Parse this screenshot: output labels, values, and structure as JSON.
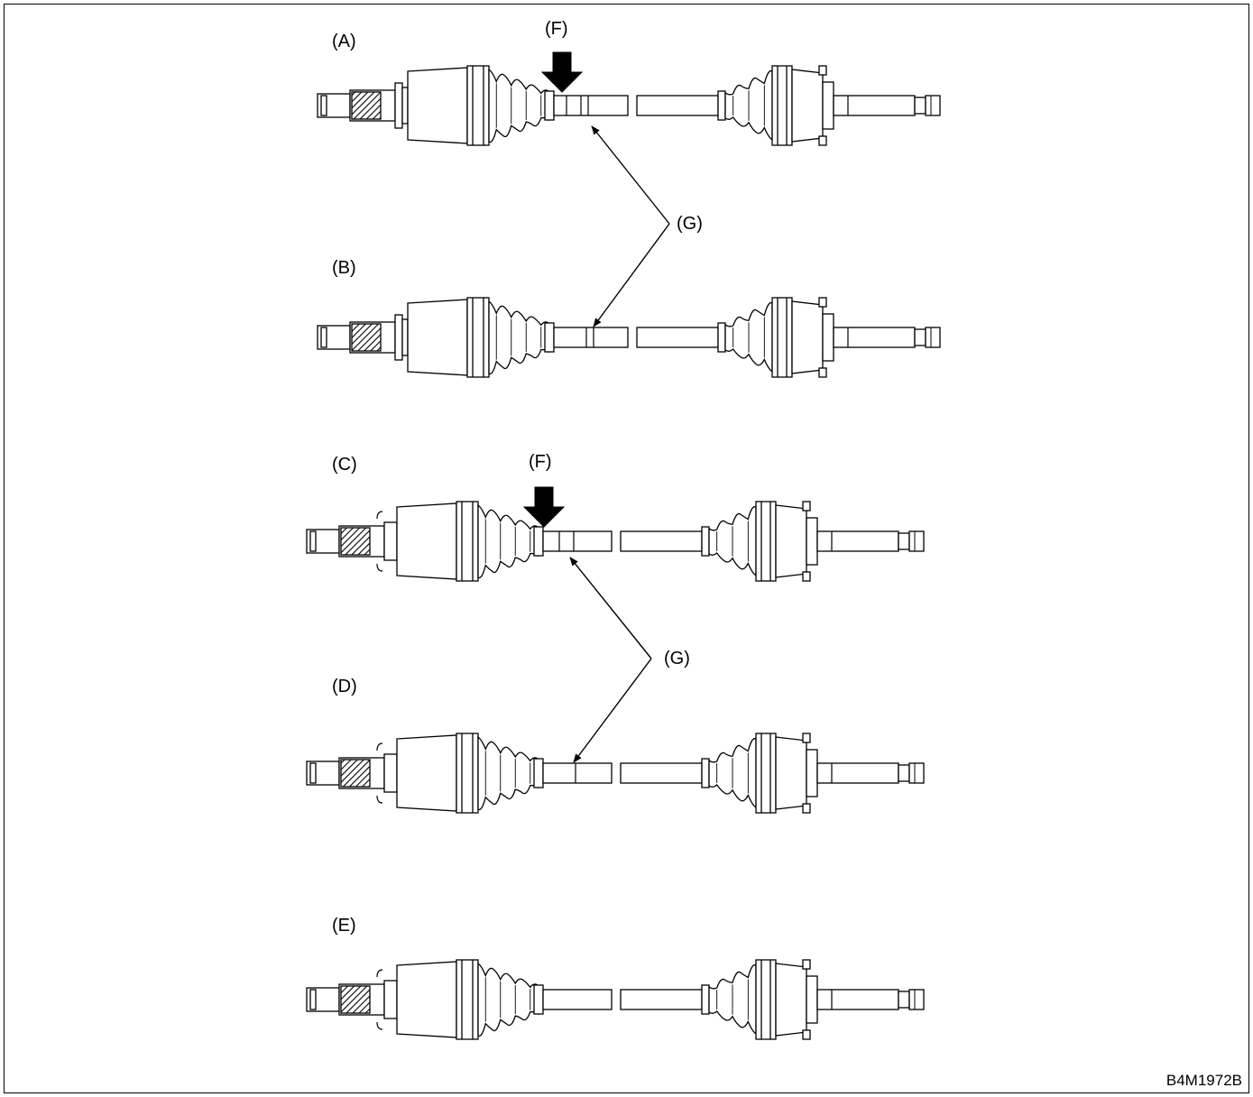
{
  "labels": {
    "A": "(A)",
    "B": "(B)",
    "C": "(C)",
    "D": "(D)",
    "E": "(E)",
    "F_top": "(F)",
    "F_mid": "(F)",
    "G_top": "(G)",
    "G_mid": "(G)"
  },
  "figure_id": "B4M1972B",
  "colors": {
    "line": "#000000",
    "background": "#ffffff"
  }
}
